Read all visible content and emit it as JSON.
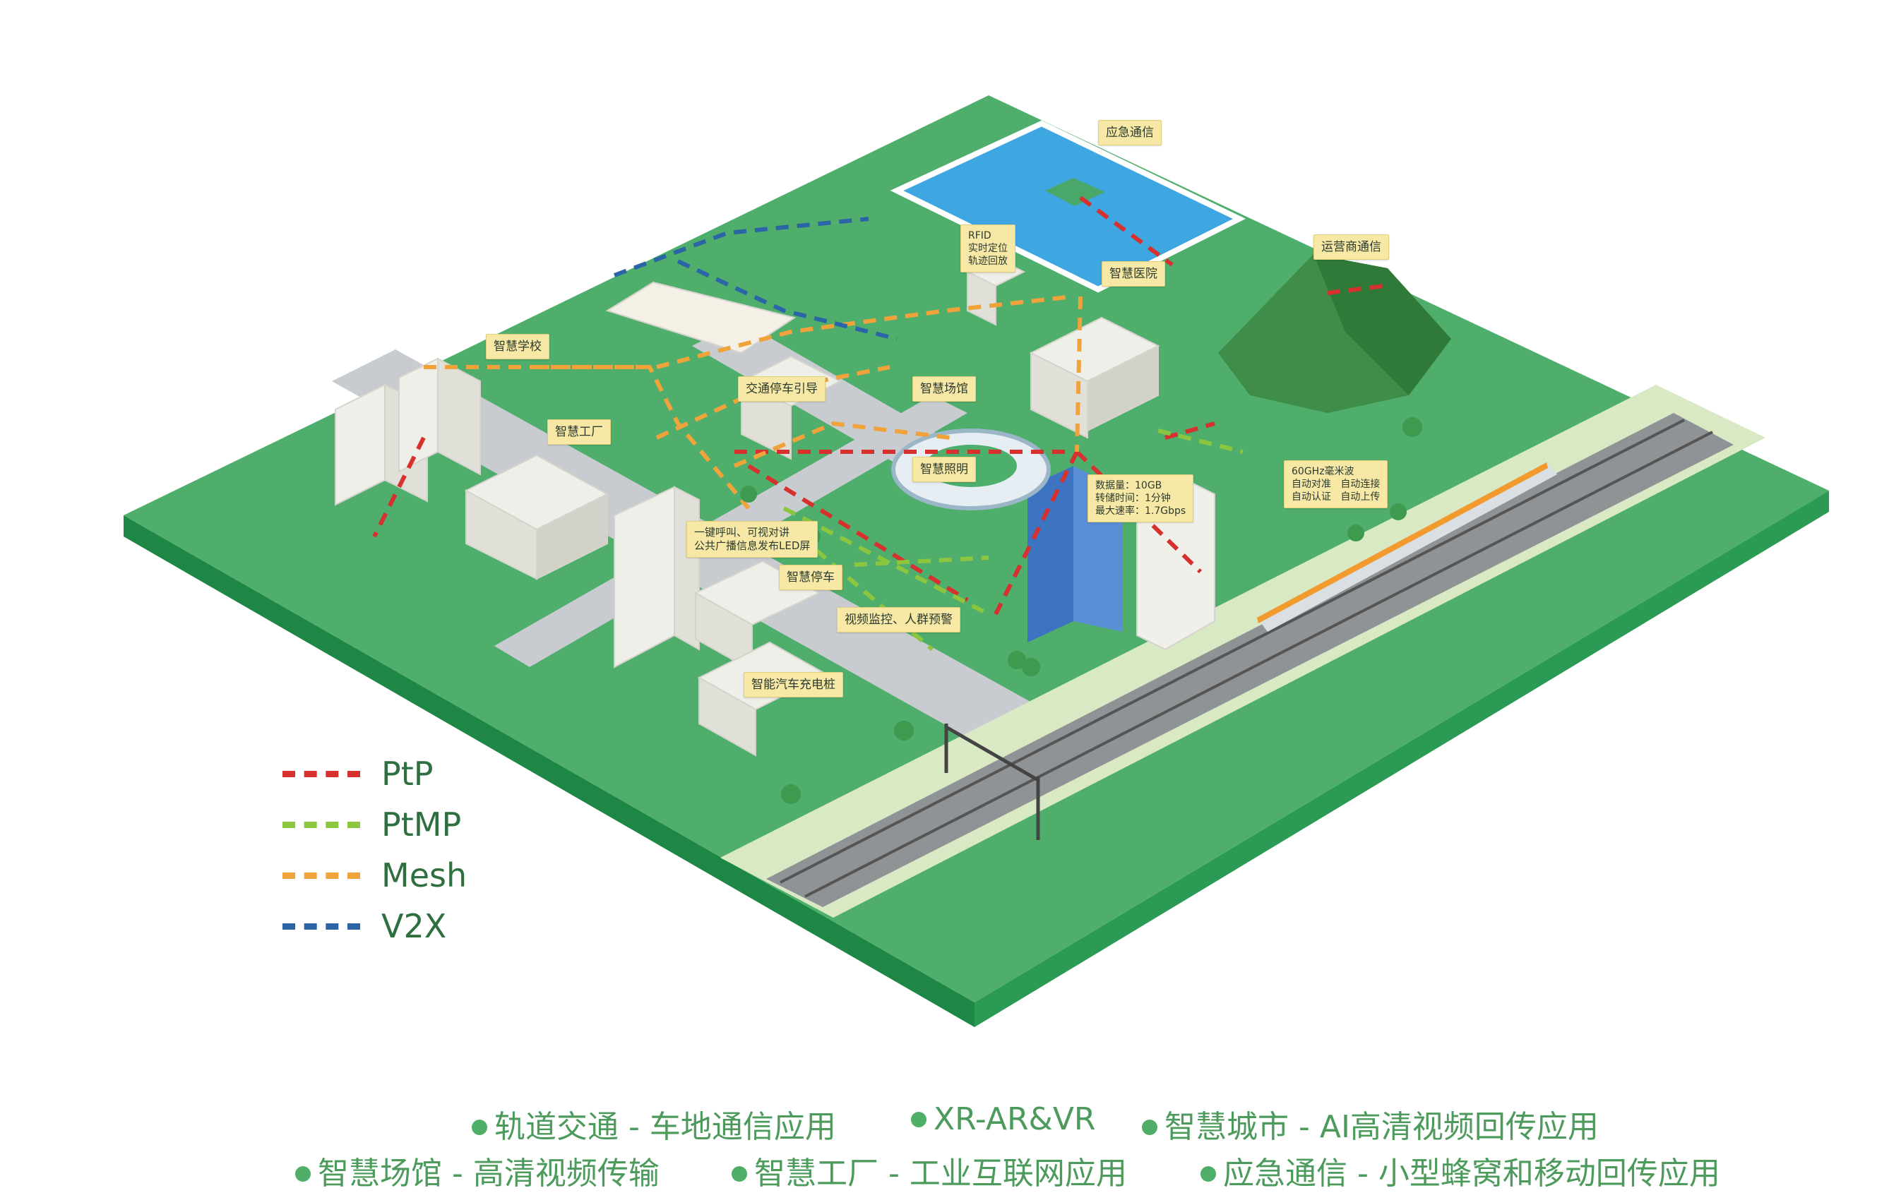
{
  "colors": {
    "ptp": "#d6312e",
    "ptmp": "#8cc63f",
    "mesh": "#f0a33a",
    "v2x": "#2b65a8",
    "ground": "#4caf6b",
    "ground_side": "#1f8a48",
    "water": "#46a7e0"
  },
  "labels": {
    "emergency": "应急通信",
    "rfid": "RFID\n实时定位\n轨迹回放",
    "hospital": "智慧医院",
    "operator": "运营商通信",
    "school": "智慧学校",
    "traffic_parking": "交通停车引导",
    "stadium": "智慧场馆",
    "factory": "智慧工厂",
    "lighting": "智慧照明",
    "datainfo": "数据量：10GB\n转储时间：1分钟\n最大速率：1.7Gbps",
    "mmwave": "60GHz毫米波\n自动对准   自动连接\n自动认证   自动上传",
    "call": "一键呼叫、可视对讲\n公共广播信息发布LED屏",
    "smart_parking": "智慧停车",
    "video": "视频监控、人群预警",
    "charging": "智能汽车充电桩"
  },
  "legend": [
    {
      "label": "PtP",
      "color_key": "ptp"
    },
    {
      "label": "PtMP",
      "color_key": "ptmp"
    },
    {
      "label": "Mesh",
      "color_key": "mesh"
    },
    {
      "label": "V2X",
      "color_key": "v2x"
    }
  ],
  "applications": {
    "row1": [
      "轨道交通 - 车地通信应用",
      "XR-AR&VR",
      "智慧城市 - AI高清视频回传应用"
    ],
    "row2": [
      "智慧场馆 - 高清视频传输",
      "智慧工厂 - 工业互联网应用",
      "应急通信 - 小型蜂窝和移动回传应用"
    ]
  }
}
